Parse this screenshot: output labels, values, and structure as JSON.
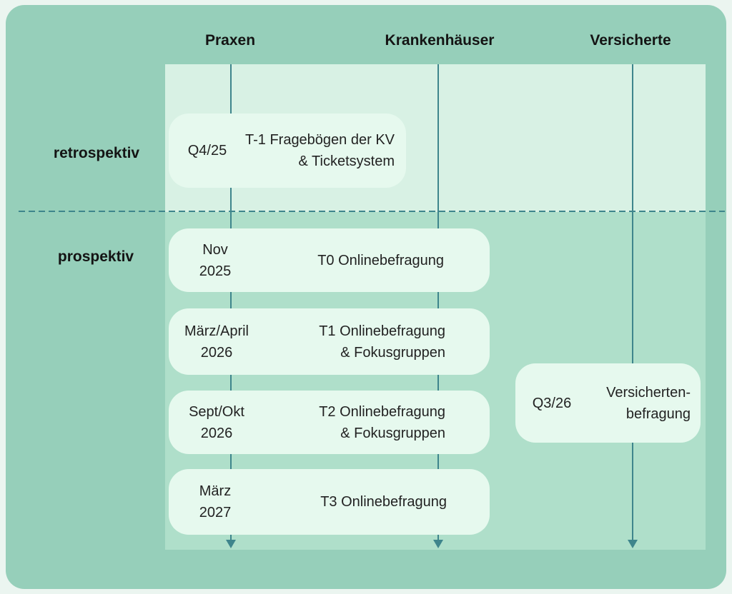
{
  "diagram": {
    "columns": [
      {
        "label": "Praxen"
      },
      {
        "label": "Krankenhäuser"
      },
      {
        "label": "Versicherte"
      }
    ],
    "phases": [
      {
        "label": "retrospektiv"
      },
      {
        "label": "prospektiv"
      }
    ],
    "events": [
      {
        "date": "Q4/25",
        "label": "T-1 Fragebögen der KV\n& Ticketsystem",
        "phase": "retrospektiv"
      },
      {
        "date": "Nov\n2025",
        "label": "T0 Onlinebefragung",
        "phase": "prospektiv"
      },
      {
        "date": "März/April\n2026",
        "label": "T1 Onlinebefragung\n& Fokusgruppen",
        "phase": "prospektiv"
      },
      {
        "date": "Sept/Okt\n2026",
        "label": "T2 Onlinebefragung\n& Fokusgruppen",
        "phase": "prospektiv"
      },
      {
        "date": "März\n2027",
        "label": "T3  Onlinebefragung",
        "phase": "prospektiv"
      },
      {
        "date": "Q3/26",
        "label": "Versicherten-\nbefragung",
        "phase": "prospektiv"
      }
    ],
    "colors": {
      "frame_green": "#96cfba",
      "retrospective_band": "#d8f1e4",
      "prospective_band": "#afdfca",
      "event_box": "#e6f9ee",
      "timeline_teal": "#3e858c",
      "text": "#1c1c1c"
    }
  }
}
